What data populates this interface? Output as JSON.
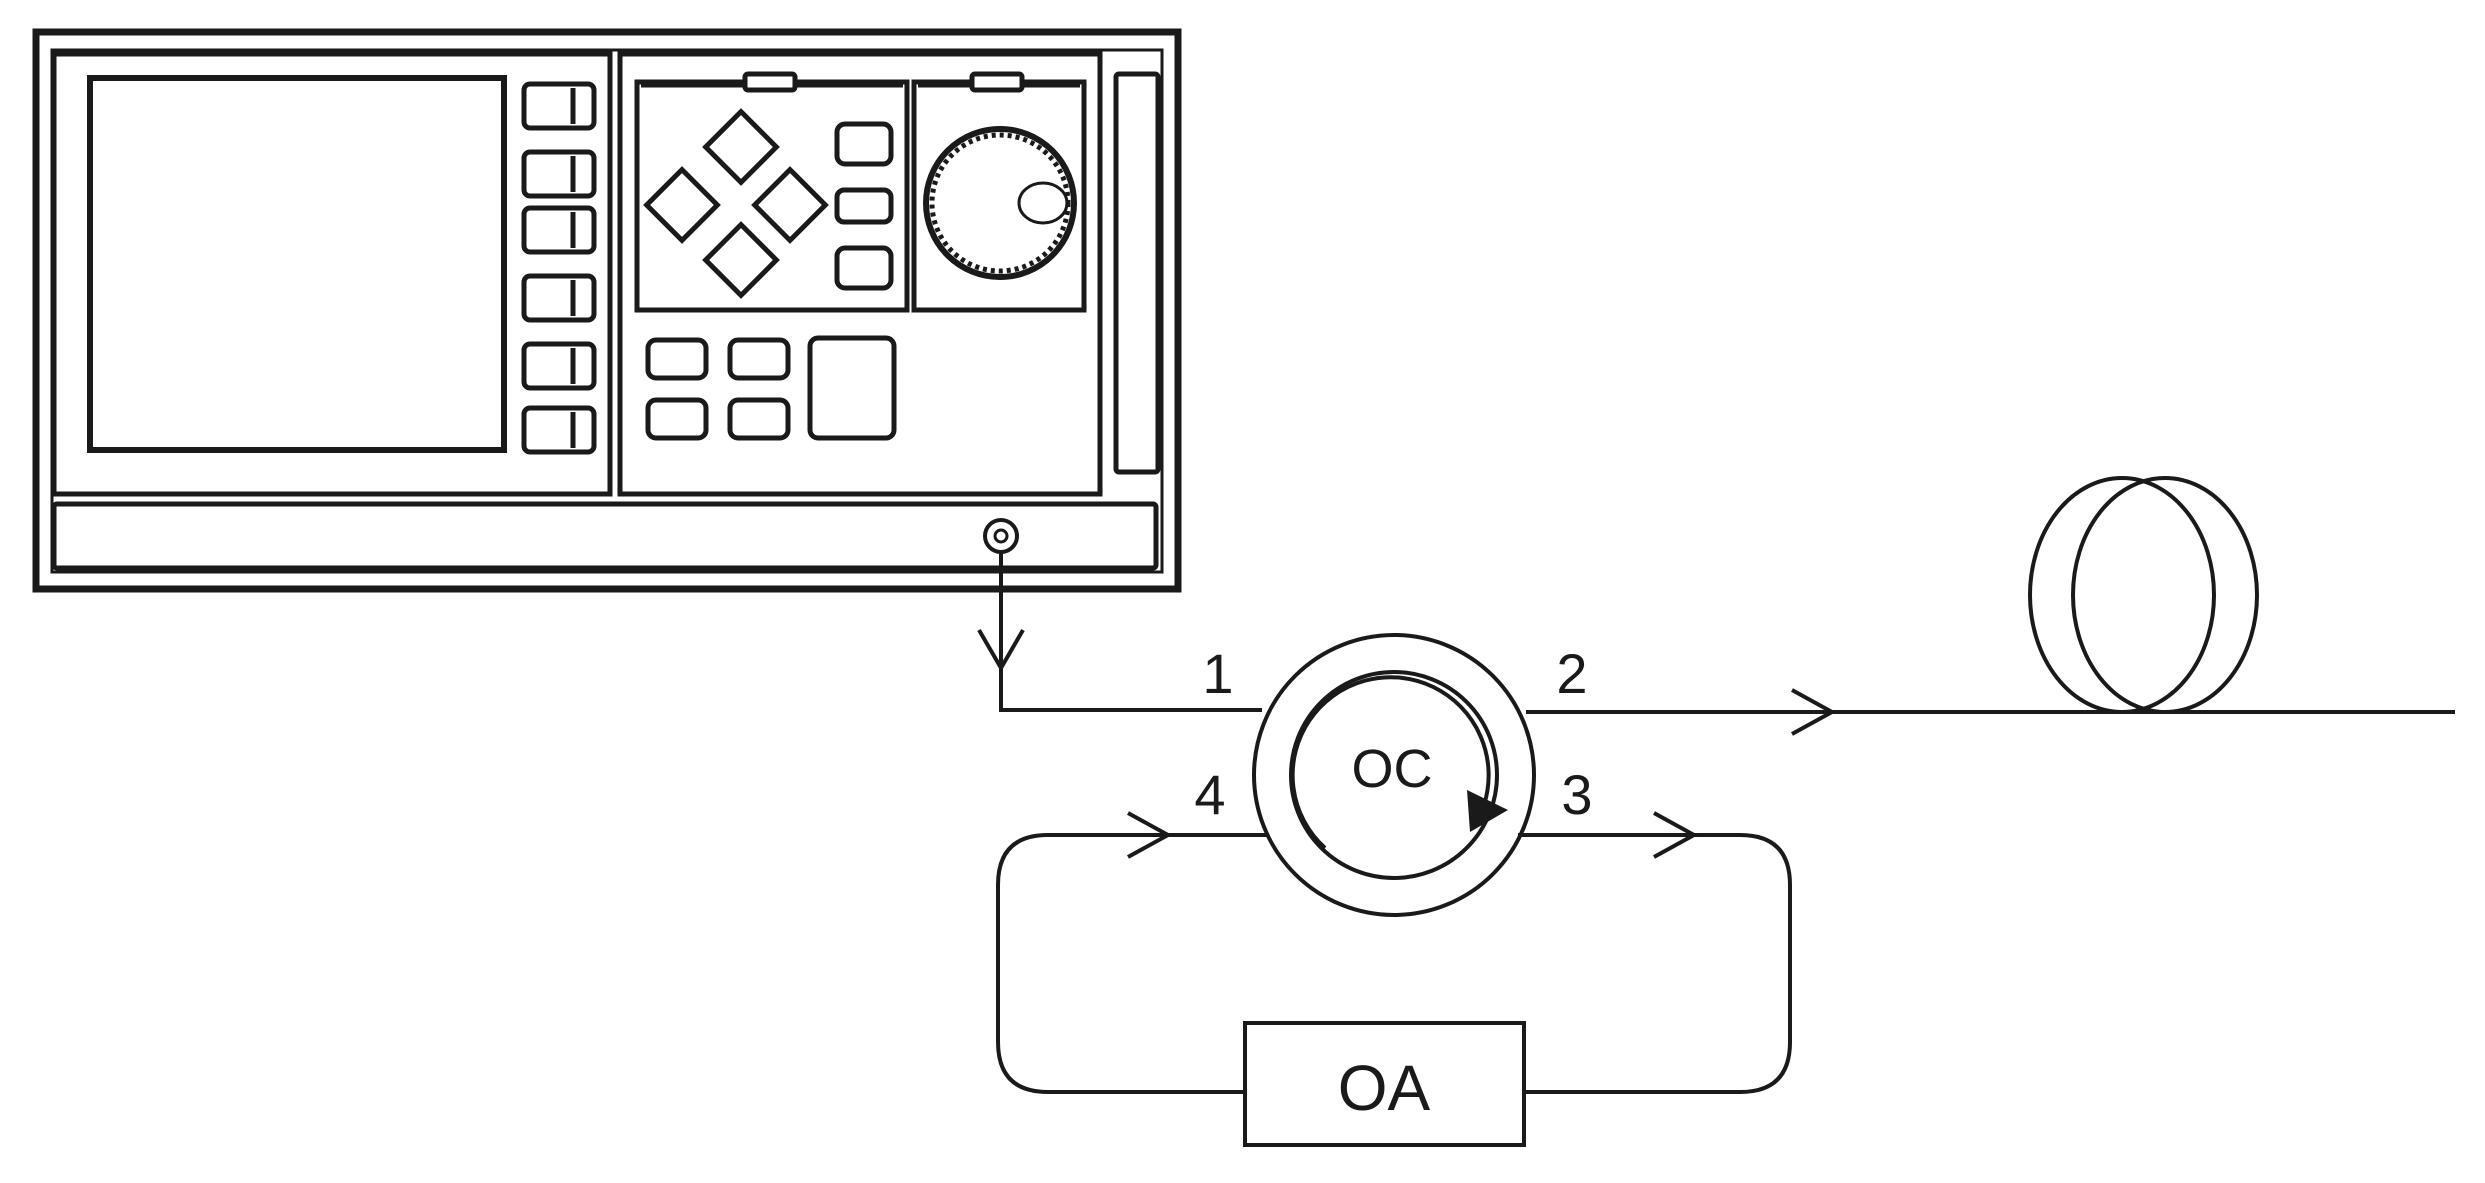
{
  "ports": {
    "p1": "1",
    "p2": "2",
    "p3": "3",
    "p4": "4"
  },
  "components": {
    "circulator": "OC",
    "amplifier": "OA"
  }
}
